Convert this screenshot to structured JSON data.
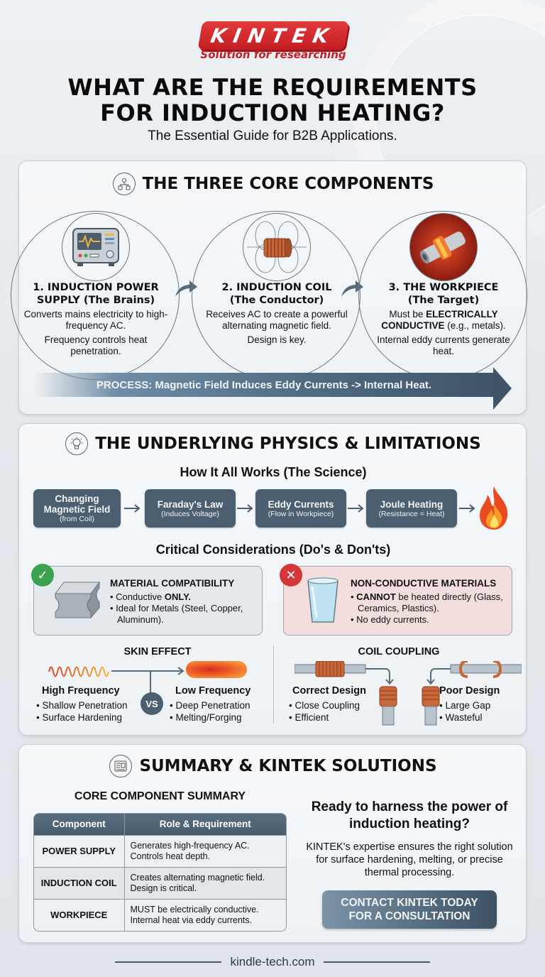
{
  "brand": {
    "logo": "KINTEK",
    "tagline": "Solution for researching",
    "color": "#c41e24"
  },
  "header": {
    "title_line1": "WHAT ARE THE REQUIREMENTS",
    "title_line2": "FOR INDUCTION HEATING?",
    "subtitle": "The Essential Guide for B2B Applications."
  },
  "core": {
    "title": "THE THREE CORE COMPONENTS",
    "icon": "network-icon",
    "components": [
      {
        "icon": "power-supply-icon",
        "title_line1": "1. INDUCTION POWER",
        "title_line2": "SUPPLY (The Brains)",
        "body1": "Converts mains electricity to high-frequency AC.",
        "body2": "Frequency controls heat penetration."
      },
      {
        "icon": "coil-icon",
        "title_line1": "2. INDUCTION COIL",
        "title_line2": "(The Conductor)",
        "body1": "Receives AC to create a powerful alternating magnetic field.",
        "body2": "Design is key."
      },
      {
        "icon": "hot-workpiece-icon",
        "title_line1": "3. THE WORKPIECE",
        "title_line2": "(The Target)",
        "body1_pre": "Must be ",
        "body1_bold": "ELECTRICALLY CONDUCTIVE",
        "body1_post": " (e.g., metals).",
        "body2": "Internal eddy currents generate heat."
      }
    ],
    "process": "PROCESS: Magnetic Field Induces Eddy Currents -> Internal Heat."
  },
  "physics": {
    "title": "THE UNDERLYING PHYSICS & LIMITATIONS",
    "icon": "lightbulb-icon",
    "science_heading": "How It All Works (The Science)",
    "flow": [
      {
        "main": "Changing Magnetic Field",
        "sub": "(from Coil)"
      },
      {
        "main": "Faraday's Law",
        "sub": "(Induces Voltage)"
      },
      {
        "main": "Eddy Currents",
        "sub": "(Flow in Workpiece)"
      },
      {
        "main": "Joule Heating",
        "sub": "(Resistance = Heat)"
      }
    ],
    "considerations_heading": "Critical Considerations (Do's & Don'ts)",
    "good": {
      "title": "MATERIAL COMPATIBILITY",
      "items": [
        "Conductive ONLY.",
        "Ideal for Metals (Steel, Copper, Aluminum)."
      ]
    },
    "bad": {
      "title": "NON-CONDUCTIVE MATERIALS",
      "items": [
        "CANNOT be heated directly (Glass, Ceramics, Plastics).",
        "No eddy currents."
      ]
    },
    "skin_effect": {
      "title": "SKIN EFFECT",
      "vs": "VS",
      "high": {
        "title": "High Frequency",
        "items": [
          "Shallow Penetration",
          "Surface Hardening"
        ]
      },
      "low": {
        "title": "Low Frequency",
        "items": [
          "Deep Penetration",
          "Melting/Forging"
        ]
      }
    },
    "coil_coupling": {
      "title": "COIL COUPLING",
      "correct": {
        "title": "Correct Design",
        "items": [
          "Close Coupling",
          "Efficient"
        ]
      },
      "poor": {
        "title": "Poor Design",
        "items": [
          "Large Gap",
          "Wasteful"
        ]
      }
    }
  },
  "summary": {
    "title": "SUMMARY & KINTEK SOLUTIONS",
    "icon": "document-icon",
    "table_title": "CORE COMPONENT SUMMARY",
    "columns": [
      "Component",
      "Role & Requirement"
    ],
    "rows": [
      {
        "component": "POWER SUPPLY",
        "role1": "Generates high-frequency AC.",
        "role2": "Controls heat depth."
      },
      {
        "component": "INDUCTION COIL",
        "role1": "Creates alternating magnetic field.",
        "role2": "Design is critical."
      },
      {
        "component": "WORKPIECE",
        "role1": "MUST be electrically conductive.",
        "role2": "Internal heat via eddy currents."
      }
    ],
    "cta_heading": "Ready to harness the power of induction heating?",
    "cta_body": "KINTEK's expertise ensures the right solution for surface hardening, melting, or precise thermal processing.",
    "cta_button_line1": "CONTACT KINTEK TODAY",
    "cta_button_line2": "FOR A CONSULTATION"
  },
  "footer": {
    "site": "kindle-tech.com"
  }
}
